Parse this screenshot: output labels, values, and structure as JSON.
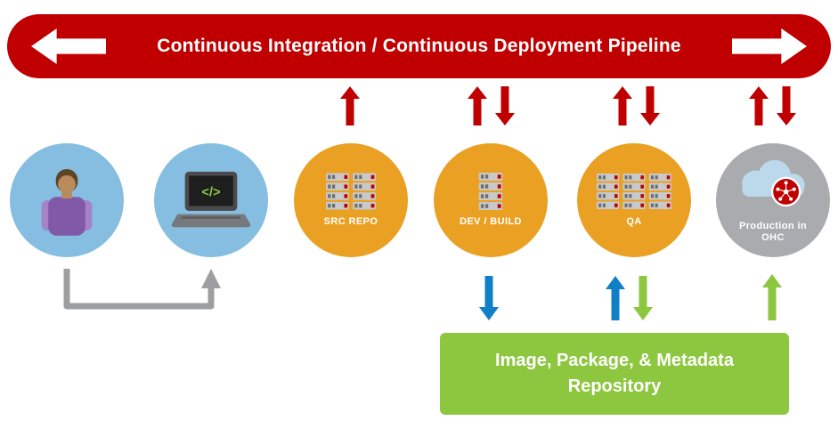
{
  "banner": {
    "title": "Continuous Integration / Continuous Deployment Pipeline"
  },
  "nodes": {
    "developer": {
      "icon": "person-icon"
    },
    "workstation": {
      "icon": "laptop-icon",
      "code_glyph": "</>"
    },
    "src_repo": {
      "label": "SRC REPO",
      "icon": "server-stack-icon"
    },
    "dev_build": {
      "label": "DEV / BUILD",
      "icon": "server-stack-icon"
    },
    "qa": {
      "label": "QA",
      "icon": "server-stack-icon"
    },
    "production": {
      "label": "Production in OHC",
      "icon": "cloud-with-openshift-logo-icon"
    }
  },
  "repository": {
    "line1": "Image, Package, & Metadata",
    "line2": "Repository"
  },
  "icons": {
    "banner_left": "left-arrow-icon",
    "banner_right": "right-arrow-icon",
    "up_red": "red-up-arrow-icon",
    "down_red": "red-down-arrow-icon",
    "down_blue": "blue-down-arrow-icon",
    "up_blue": "blue-up-arrow-icon",
    "down_green": "green-down-arrow-icon",
    "up_green": "green-up-arrow-icon",
    "gray_elbow": "gray-elbow-connector-arrow"
  },
  "colors": {
    "pipeline_red": "#C00000",
    "node_orange": "#EAA022",
    "node_blue": "#85BEE0",
    "node_gray": "#A9ABAE",
    "repo_green": "#8DC63F",
    "arrow_blue": "#1080C6",
    "arrow_green": "#8DC63F",
    "connector_gray": "#9C9EA1"
  }
}
